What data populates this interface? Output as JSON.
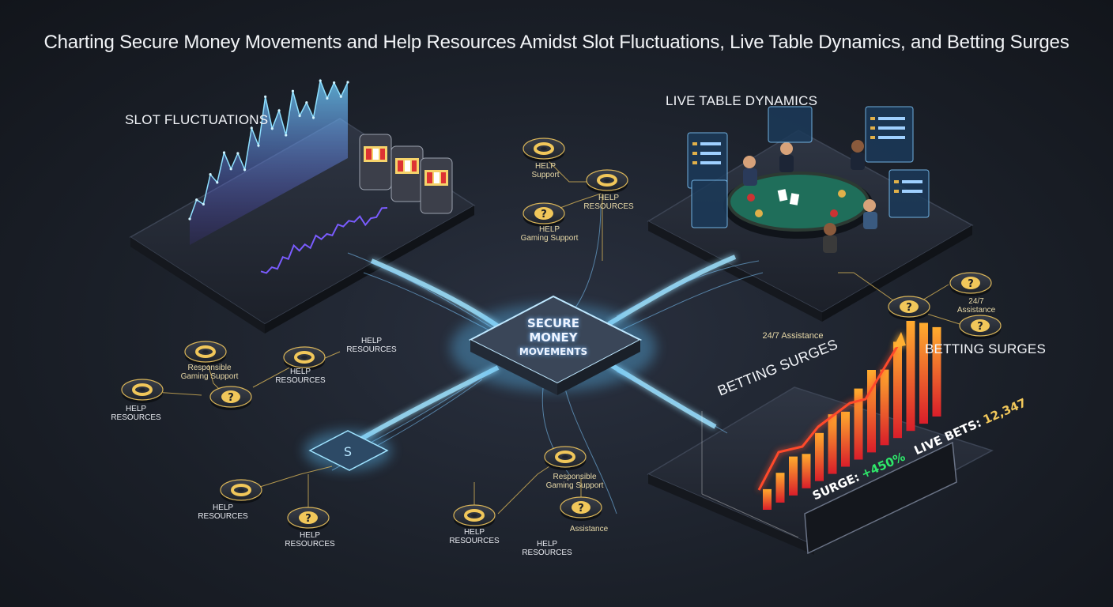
{
  "title": "Charting Secure Money Movements and Help Resources Amidst Slot Fluctuations, Live Table Dynamics, and Betting Surges",
  "sections": {
    "slot": "SLOT FLUCTUATIONS",
    "live": "LIVE TABLE DYNAMICS",
    "betting_right": "BETTING SURGES",
    "betting_panel": "BETTING SURGES"
  },
  "hub": {
    "line1": "SECURE",
    "line2": "MONEY",
    "line3": "MOVEMENTS"
  },
  "help_labels": {
    "top_help_support_1": "HELP",
    "top_help_support_2": "Support",
    "top_help_resources_1": "HELP",
    "top_help_resources_2": "RESOURCES",
    "top_gaming_1": "HELP",
    "top_gaming_2": "Gaming Support",
    "left_help_resources_1": "HELP",
    "left_help_resources_2": "RESOURCES",
    "left_responsible_1": "Responsible",
    "left_responsible_2": "Gaming Support",
    "left_mid_help_1": "HELP",
    "left_mid_help_2": "RESOURCES",
    "far_left_help_1": "HELP",
    "far_left_help_2": "RESOURCES",
    "bl_help_1_a": "HELP",
    "bl_help_1_b": "RESOURCES",
    "bl_help_2_a": "HELP",
    "bl_help_2_b": "RESOURCES",
    "bc_help_1_a": "HELP",
    "bc_help_1_b": "RESOURCES",
    "bc_help_2_a": "HELP",
    "bc_help_2_b": "RESOURCES",
    "bc_responsible_1": "Responsible",
    "bc_responsible_2": "Gaming Support",
    "bc_assistance": "Assistance",
    "right_247": "24/7",
    "right_assistance": "Assistance",
    "mid_247_assistance": "24/7 Assistance"
  },
  "stats": {
    "surge_label": "SURGE:",
    "surge_value": "+450%",
    "live_label": "LIVE BETS:",
    "live_value": "12,347"
  },
  "colors": {
    "accent_blue": "#5fc4ff",
    "purple": "#7a5cff",
    "gold": "#e9c15a",
    "bar_red": "#e8322a",
    "bar_orange": "#ff9a2a",
    "table_green": "#1f6e5a",
    "surge_green": "#2ee86a"
  },
  "icons": [
    "lifebuoy-icon",
    "question-icon",
    "slot-machine-icon",
    "poker-table-icon",
    "trend-arrow-icon",
    "chip-icon"
  ],
  "chart_data": [
    {
      "type": "area",
      "x": [
        1,
        2,
        3,
        4,
        5,
        6,
        7,
        8,
        9,
        10,
        11,
        12,
        13,
        14,
        15,
        16,
        17,
        18,
        19,
        20,
        21,
        22,
        23,
        24
      ],
      "values": [
        22,
        35,
        28,
        50,
        40,
        62,
        45,
        55,
        38,
        70,
        52,
        90,
        60,
        72,
        48,
        82,
        58,
        66,
        50,
        78,
        60,
        70,
        55,
        64
      ]
    },
    {
      "type": "bar",
      "values": [
        18,
        26,
        34,
        30,
        42,
        52,
        48,
        62,
        72,
        66,
        84,
        96,
        88,
        78
      ]
    }
  ]
}
